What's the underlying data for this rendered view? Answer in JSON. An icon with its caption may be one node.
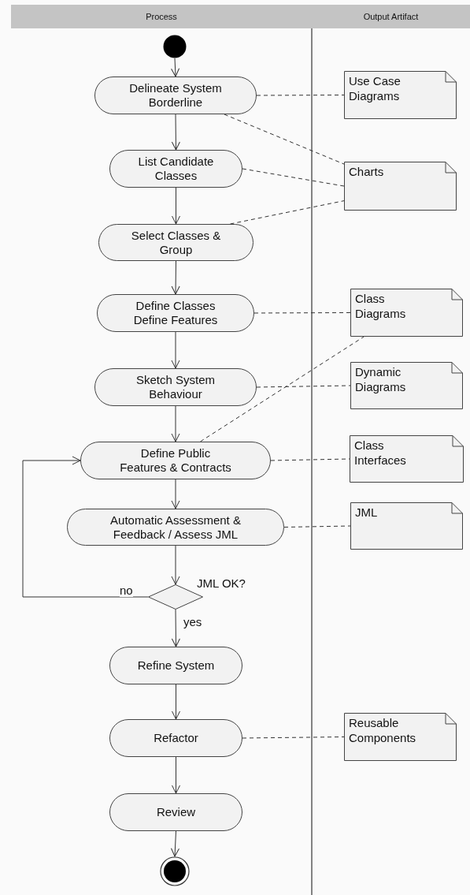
{
  "diagram": {
    "nodes": [
      {
        "text": [
          "Process"
        ]
      },
      {
        "text": [
          "Output Artifact"
        ]
      },
      {
        "text": [],
        "shape": "circle"
      },
      {
        "text": [
          "Delineate System Borderline"
        ]
      },
      {
        "text": [
          "List Candidate Classes"
        ]
      },
      {
        "text": [
          "Select Classes & Group"
        ]
      },
      {
        "text": [
          "Define Classes Define Features"
        ]
      },
      {
        "text": [
          "Sketch System Behaviour"
        ]
      },
      {
        "text": [
          "Define Public Features & Contracts"
        ]
      },
      {
        "text": [
          "Automatic Assessment & Feedback / Assess JML"
        ]
      },
      {
        "text": [],
        "shape": "diamond",
        "beside": [
          "JML OK?"
        ]
      },
      {
        "text": [
          "Refine System"
        ]
      },
      {
        "text": [
          "Refactor"
        ]
      },
      {
        "text": [
          "Review"
        ]
      },
      {
        "text": [],
        "shape": "bullseye"
      },
      {
        "text": [
          "Use Case Diagrams"
        ]
      },
      {
        "text": [
          "Charts"
        ]
      },
      {
        "text": [
          "Class Diagrams"
        ]
      },
      {
        "text": [
          "Dynamic Diagrams"
        ]
      },
      {
        "text": [
          "Class Interfaces"
        ]
      },
      {
        "text": [
          "JML"
        ]
      },
      {
        "text": [
          "Reusable Components"
        ]
      }
    ],
    "edges": [
      {
        "from": 2,
        "to": 3,
        "arrow": "to"
      },
      {
        "from": 3,
        "to": 4,
        "arrow": "to"
      },
      {
        "from": 4,
        "to": 5,
        "arrow": "to"
      },
      {
        "from": 5,
        "to": 6,
        "arrow": "to"
      },
      {
        "from": 6,
        "to": 7,
        "arrow": "to"
      },
      {
        "from": 7,
        "to": 8,
        "arrow": "to"
      },
      {
        "from": 8,
        "to": 9,
        "arrow": "to"
      },
      {
        "from": 9,
        "to": 10,
        "arrow": "to"
      },
      {
        "from": 10,
        "to": 8,
        "arrow": "to",
        "label": "no"
      },
      {
        "from": 10,
        "to": 11,
        "arrow": "to",
        "label": "yes"
      },
      {
        "from": 11,
        "to": 12,
        "arrow": "to"
      },
      {
        "from": 12,
        "to": 13,
        "arrow": "to"
      },
      {
        "from": 13,
        "to": 14,
        "arrow": "to"
      },
      {
        "from": 3,
        "to": 15,
        "arrow": "none",
        "style": "dashed"
      },
      {
        "from": 3,
        "to": 16,
        "arrow": "none",
        "style": "dashed"
      },
      {
        "from": 4,
        "to": 16,
        "arrow": "none",
        "style": "dashed"
      },
      {
        "from": 5,
        "to": 16,
        "arrow": "none",
        "style": "dashed"
      },
      {
        "from": 6,
        "to": 17,
        "arrow": "none",
        "style": "dashed"
      },
      {
        "from": 7,
        "to": 18,
        "arrow": "none",
        "style": "dashed"
      },
      {
        "from": 8,
        "to": 17,
        "arrow": "none",
        "style": "dashed"
      },
      {
        "from": 8,
        "to": 19,
        "arrow": "none",
        "style": "dashed"
      },
      {
        "from": 9,
        "to": 20,
        "arrow": "none",
        "style": "dashed"
      },
      {
        "from": 12,
        "to": 21,
        "arrow": "none",
        "style": "dashed"
      }
    ]
  }
}
